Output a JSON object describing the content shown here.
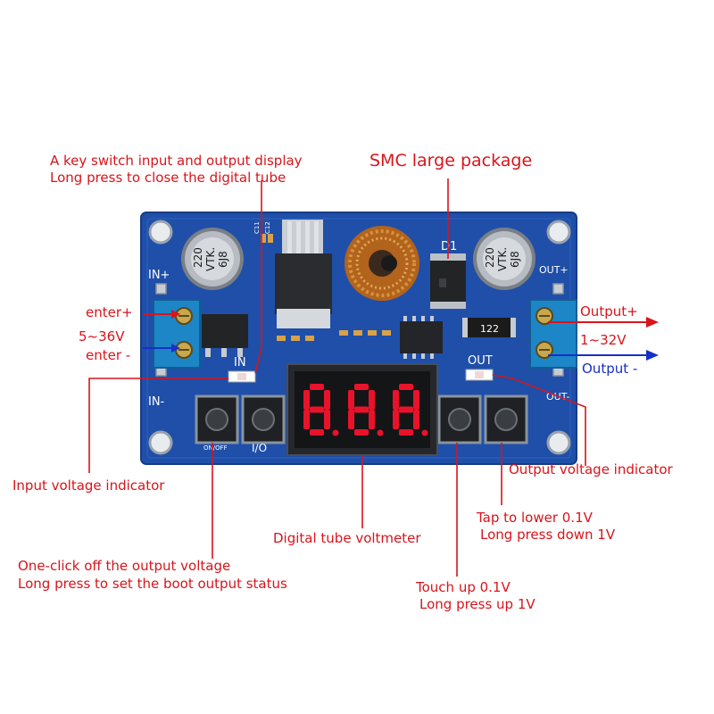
{
  "colors": {
    "callout_red": "#d9141b",
    "pcb_blue": "#1f4fa8",
    "segment_red": "#e8132a",
    "output_minus_arrow": "#1530c8"
  },
  "annotations": {
    "key_switch": [
      "A key switch input and output display",
      "Long press to close the digital tube"
    ],
    "smc_package": "SMC large package",
    "enter_plus": "enter+",
    "input_range": "5~36V",
    "enter_minus": "enter -",
    "output_plus": "Output+",
    "output_range": "1~32V",
    "output_minus": "Output -",
    "input_indicator": "Input voltage indicator",
    "output_indicator": "Output voltage indicator",
    "digital_tube": "Digital tube voltmeter",
    "tap_lower": [
      "Tap to lower 0.1V",
      "Long press down 1V"
    ],
    "one_click_off": [
      "One-click off the output voltage",
      "Long press to set the boot output status"
    ],
    "touch_up": [
      "Touch up 0.1V",
      "Long press up 1V"
    ]
  },
  "pcb_labels": {
    "in_plus": "IN+",
    "in_minus": "IN-",
    "out_plus": "OUT+",
    "out_minus": "OUT-",
    "in": "IN",
    "out": "OUT",
    "d1": "D1",
    "resistor_code": "122",
    "cap_text": [
      "220",
      "VTK.",
      "6J8"
    ],
    "c11": "C11",
    "c12": "C12",
    "on_off": "ON/OFF",
    "i_o": "I/O"
  },
  "display": {
    "digits": "8.8.8."
  }
}
